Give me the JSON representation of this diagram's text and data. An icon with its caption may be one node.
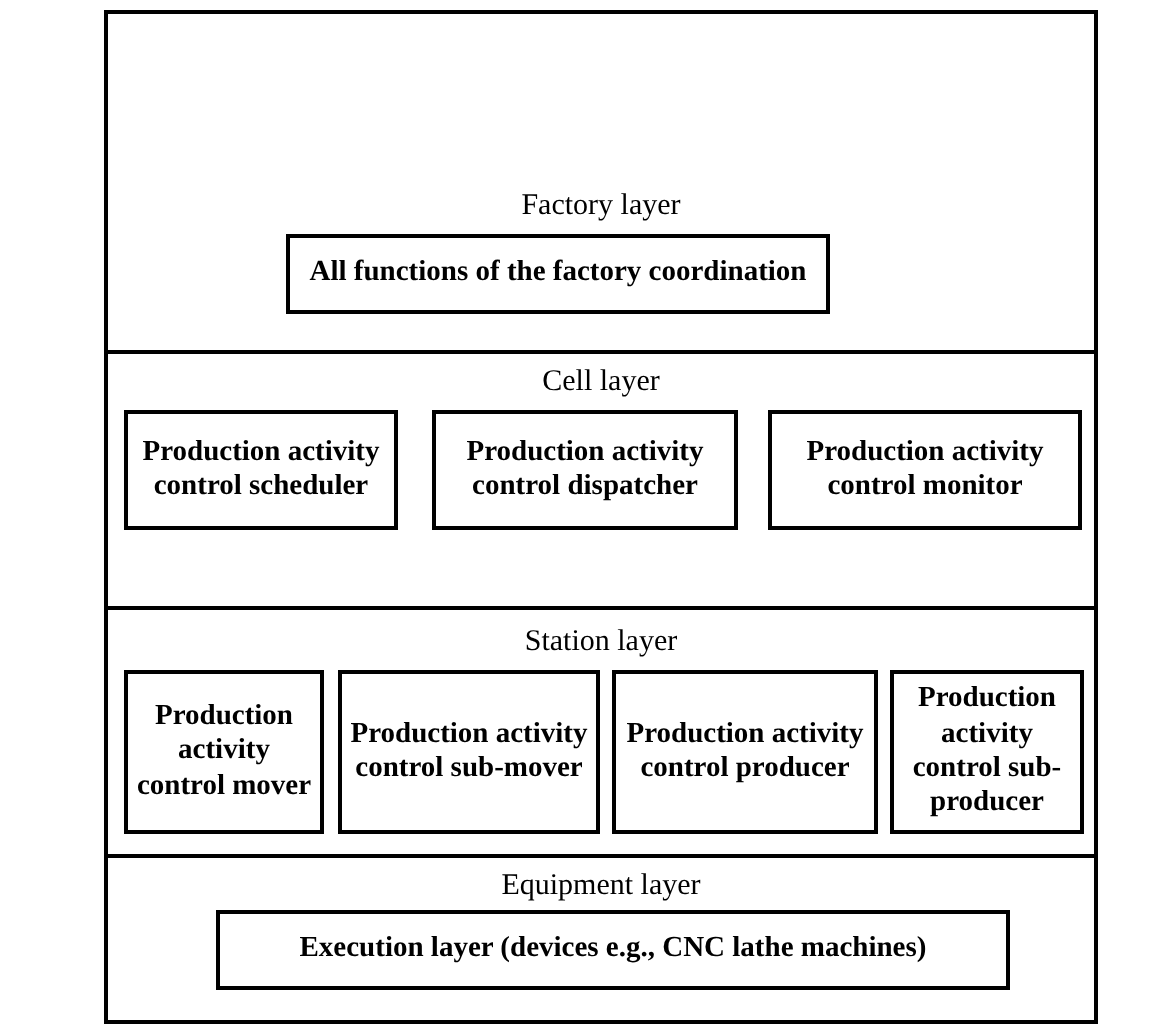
{
  "diagram": {
    "nodes": [
      {
        "text": [
          "Factory layer"
        ]
      },
      {
        "text": [
          "All functions of the factory coordination"
        ],
        "in": 0
      },
      {
        "text": [
          "Cell layer"
        ]
      },
      {
        "text": [
          "Production activity control scheduler"
        ],
        "in": 2
      },
      {
        "text": [
          "Production activity control dispatcher"
        ],
        "in": 2
      },
      {
        "text": [
          "Production activity control monitor"
        ],
        "in": 2
      },
      {
        "text": [
          "Station layer"
        ]
      },
      {
        "text": [
          "Production activity control mover"
        ],
        "in": 6
      },
      {
        "text": [
          "Production activity control sub-mover"
        ],
        "in": 6
      },
      {
        "text": [
          "Production activity control producer"
        ],
        "in": 6
      },
      {
        "text": [
          "Production activity control sub-producer"
        ],
        "in": 6
      },
      {
        "text": [
          "Equipment layer"
        ]
      },
      {
        "text": [
          "Execution layer (devices e.g., CNC lathe machines)"
        ],
        "in": 11
      }
    ]
  }
}
